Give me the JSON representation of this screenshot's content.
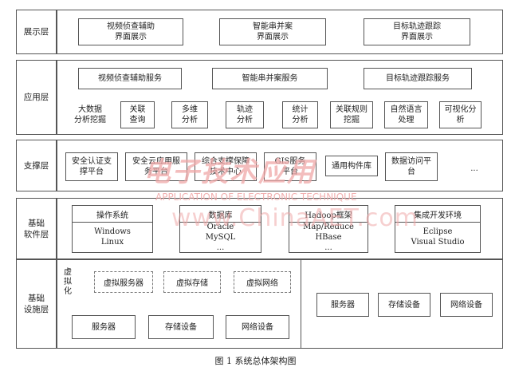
{
  "layers": {
    "presentation": {
      "label": "展示层",
      "items": [
        "视频侦查辅助\n界面展示",
        "智能串并案\n界面展示",
        "目标轨迹跟踪\n界面展示"
      ]
    },
    "application": {
      "label": "应用层",
      "services": [
        "视频侦查辅助服务",
        "智能串并案服务",
        "目标轨迹跟踪服务"
      ],
      "modules": [
        "大数据\n分析挖掘",
        "关联\n查询",
        "多维\n分析",
        "轨迹\n分析",
        "统计\n分析",
        "关联规则\n挖掘",
        "自然语言\n处理",
        "可视化分\n析"
      ]
    },
    "support": {
      "label": "支撑层",
      "items": [
        "安全认证支\n撑平台",
        "安全云应用服\n务平台",
        "综合支撑保障\n技术中心",
        "GIS服务\n平台",
        "通用构件库",
        "数据访问平\n台",
        "..."
      ]
    },
    "basic_software": {
      "label": "基础\n软件层",
      "groups": [
        {
          "title": "操作系统",
          "body": "Windows\nLinux"
        },
        {
          "title": "数据库",
          "body": "Oracle\nMySQL\n..."
        },
        {
          "title": "Hadoop框架",
          "body": "Map/Reduce\nHBase\n..."
        },
        {
          "title": "集成开发环境",
          "body": "Eclipse\nVisual Studio"
        }
      ]
    },
    "infrastructure": {
      "label": "基础\n设施层",
      "virtual_label": "虚\n拟\n化",
      "virtual_items": [
        "虚拟服务器",
        "虚拟存储",
        "虚拟网络"
      ],
      "physical_left": [
        "服务器",
        "存储设备",
        "网络设备"
      ],
      "physical_right": [
        "服务器",
        "存储设备",
        "网络设备"
      ]
    }
  },
  "watermark": {
    "main": "电子技术应用",
    "sub": "APPLICATION OF ELECTRONIC TECHNIQUE",
    "url": "www.ChinaAET.com"
  },
  "caption": "图 1 系统总体架构图"
}
